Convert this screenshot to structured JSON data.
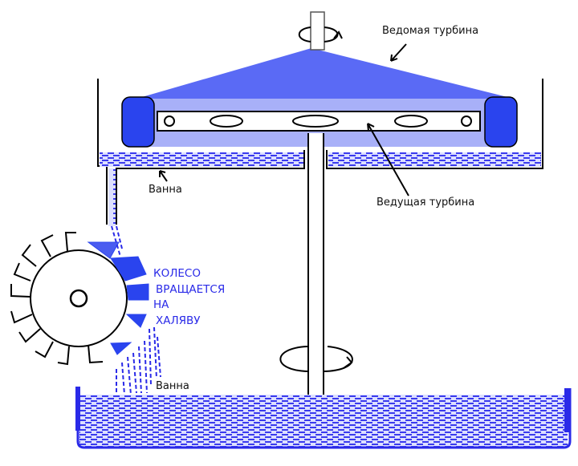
{
  "diagram": {
    "labels": {
      "driven_turbine": "Ведомая турбина",
      "driving_turbine": "Ведущая турбина",
      "upper_bath": "Ванна",
      "lower_bath": "Ванна"
    },
    "wheel_caption": [
      "КОЛЕСО",
      "ВРАЩАЕТСЯ",
      "НА",
      "ХАЛЯВУ"
    ],
    "colors": {
      "turbine_cone": "#5a6af5",
      "turbine_body": "#a8b0f8",
      "turbine_blade": "#2a44ee",
      "water": "#2a2ae8",
      "caption": "#2a2ae8",
      "outline": "#000000"
    }
  }
}
